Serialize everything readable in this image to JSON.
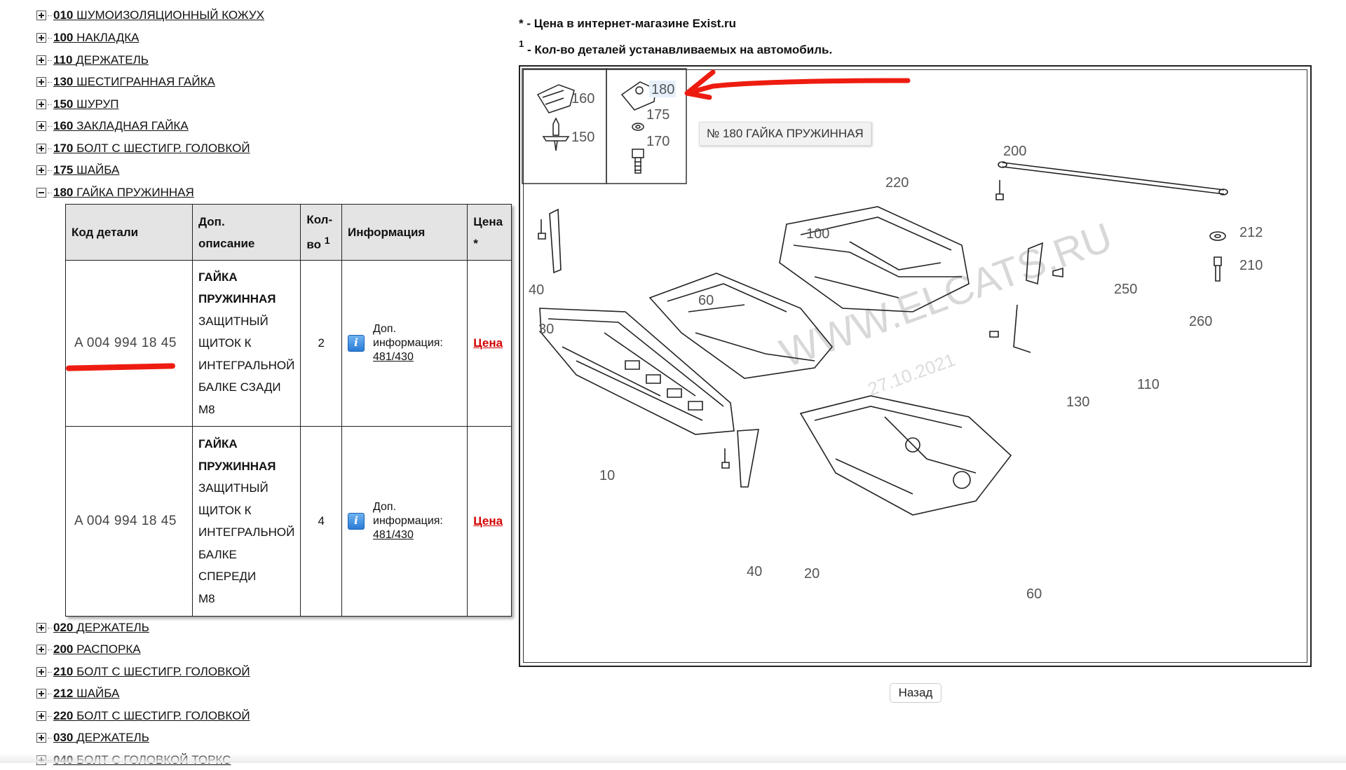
{
  "tree_top": [
    {
      "num": "010",
      "label": "ШУМОИЗОЛЯЦИОННЫЙ КОЖУХ",
      "expanded": false
    },
    {
      "num": "100",
      "label": "НАКЛАДКА",
      "expanded": false
    },
    {
      "num": "110",
      "label": "ДЕРЖАТЕЛЬ",
      "expanded": false
    },
    {
      "num": "130",
      "label": "ШЕСТИГРАННАЯ ГАЙКА",
      "expanded": false
    },
    {
      "num": "150",
      "label": "ШУРУП",
      "expanded": false
    },
    {
      "num": "160",
      "label": "ЗАКЛАДНАЯ ГАЙКА",
      "expanded": false
    },
    {
      "num": "170",
      "label": "БОЛТ С ШЕСТИГР. ГОЛОВКОЙ",
      "expanded": false
    },
    {
      "num": "175",
      "label": "ШАЙБА",
      "expanded": false
    },
    {
      "num": "180",
      "label": "ГАЙКА ПРУЖИННАЯ",
      "expanded": true
    }
  ],
  "tree_bottom": [
    {
      "num": "020",
      "label": "ДЕРЖАТЕЛЬ",
      "expanded": false
    },
    {
      "num": "200",
      "label": "РАСПОРКА",
      "expanded": false
    },
    {
      "num": "210",
      "label": "БОЛТ С ШЕСТИГР. ГОЛОВКОЙ",
      "expanded": false
    },
    {
      "num": "212",
      "label": "ШАЙБА",
      "expanded": false
    },
    {
      "num": "220",
      "label": "БОЛТ С ШЕСТИГР. ГОЛОВКОЙ",
      "expanded": false
    },
    {
      "num": "030",
      "label": "ДЕРЖАТЕЛЬ",
      "expanded": false
    },
    {
      "num": "040",
      "label": "БОЛТ С ГОЛОВКОЙ ТОРКС",
      "expanded": false
    }
  ],
  "table": {
    "headers": {
      "code": "Код детали",
      "desc_1": "Доп.",
      "desc_2": "описание",
      "qty_1": "Кол-",
      "qty_2": "во",
      "qty_sup": "1",
      "info": "Информация",
      "price_1": "Цена",
      "price_2": "*"
    },
    "rows": [
      {
        "code": "A 004 994 18 45",
        "title_1": "ГАЙКА",
        "title_2": "ПРУЖИННАЯ",
        "desc_lines": [
          "ЗАЩИТНЫЙ",
          "ЩИТОК К",
          "ИНТЕГРАЛЬНОЙ",
          "БАЛКЕ СЗАДИ",
          "M8"
        ],
        "qty": "2",
        "info_1": "Доп.",
        "info_2": "информация:",
        "info_link": "481/430",
        "price": "Цена"
      },
      {
        "code": "A 004 994 18 45",
        "title_1": "ГАЙКА",
        "title_2": "ПРУЖИННАЯ",
        "desc_lines": [
          "ЗАЩИТНЫЙ",
          "ЩИТОК К",
          "ИНТЕГРАЛЬНОЙ",
          "БАЛКЕ",
          "СПЕРЕДИ",
          "M8"
        ],
        "qty": "4",
        "info_1": "Доп.",
        "info_2": "информация:",
        "info_link": "481/430",
        "price": "Цена"
      }
    ]
  },
  "notes": {
    "price_note": "* - Цена в интернет-магазине Exist.ru",
    "qty_sup": "1",
    "qty_note": "- Кол-во деталей устанавливаемых на автомобиль."
  },
  "diagram": {
    "legend_labels": [
      "160",
      "150",
      "180",
      "175",
      "170"
    ],
    "part_labels": [
      "200",
      "220",
      "212",
      "210",
      "100",
      "60",
      "40",
      "30",
      "250",
      "260",
      "110",
      "130",
      "10",
      "40",
      "20",
      "60"
    ],
    "watermark": "WWW.ELCATS.RU",
    "date_watermark": "27.10.2021"
  },
  "tooltip": "№ 180 ГАЙКА ПРУЖИННАЯ",
  "back_button": "Назад",
  "colors": {
    "annotation_red": "#ee1c10",
    "price_red": "#d40000",
    "header_gray": "#e4e4e4"
  }
}
